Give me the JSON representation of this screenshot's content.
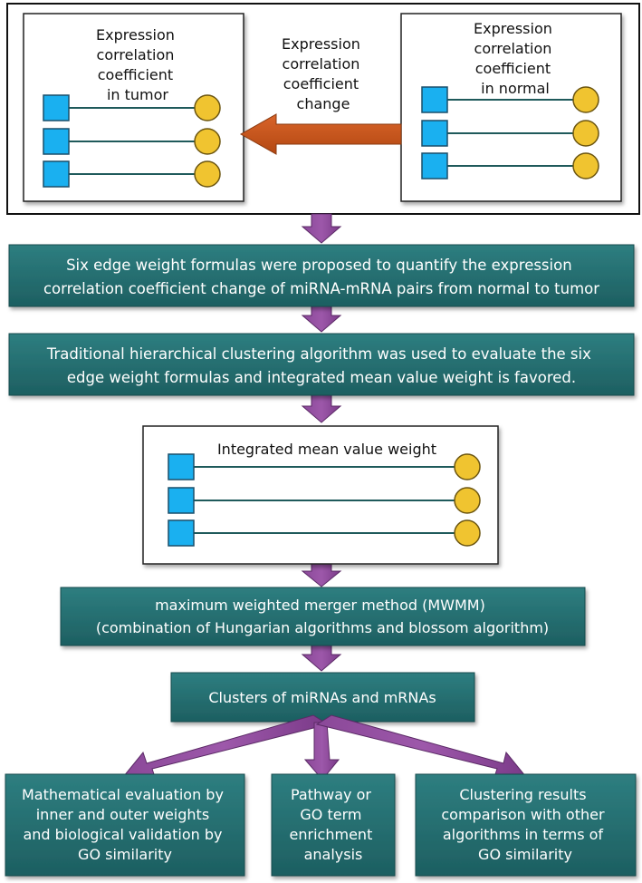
{
  "top_panel": {
    "tumor_title": [
      "Expression",
      "correlation",
      "coefficient",
      "in tumor"
    ],
    "normal_title": [
      "Expression",
      "correlation",
      "coefficient",
      "in normal"
    ],
    "change_label": [
      "Expression",
      "correlation",
      "coefficient",
      "change"
    ]
  },
  "steps": {
    "edge_weights": [
      "Six edge weight formulas were proposed to quantify the expression",
      "correlation coefficient change of miRNA-mRNA pairs from normal to tumor"
    ],
    "hierarchical": [
      "Traditional hierarchical clustering algorithm was used to evaluate the six",
      "edge weight formulas and integrated mean value weight is favored."
    ],
    "integrated_title": "Integrated mean value weight",
    "mwmm": [
      "maximum weighted merger method (MWMM)",
      "(combination of Hungarian algorithms and blossom algorithm)"
    ],
    "clusters": "Clusters of miRNAs and mRNAs"
  },
  "outputs": {
    "left": [
      "Mathematical evaluation by",
      "inner and outer weights",
      "and biological validation by",
      "GO similarity"
    ],
    "middle": [
      "Pathway or",
      "GO term",
      "enrichment",
      "analysis"
    ],
    "right": [
      "Clustering results",
      "comparison with other",
      "algorithms in terms of",
      "GO similarity"
    ]
  },
  "colors": {
    "box_fill": "#226a6c",
    "box_text": "#ffffff",
    "arrow_purple": "#7e3d8c",
    "arrow_orange": "#c3531a",
    "mirna_square": "#1ab0f0",
    "mrna_circle": "#f0c430",
    "edge_line": "#1f5a5b"
  },
  "icons": {
    "mirna_node": "blue-square",
    "mrna_node": "yellow-circle"
  }
}
